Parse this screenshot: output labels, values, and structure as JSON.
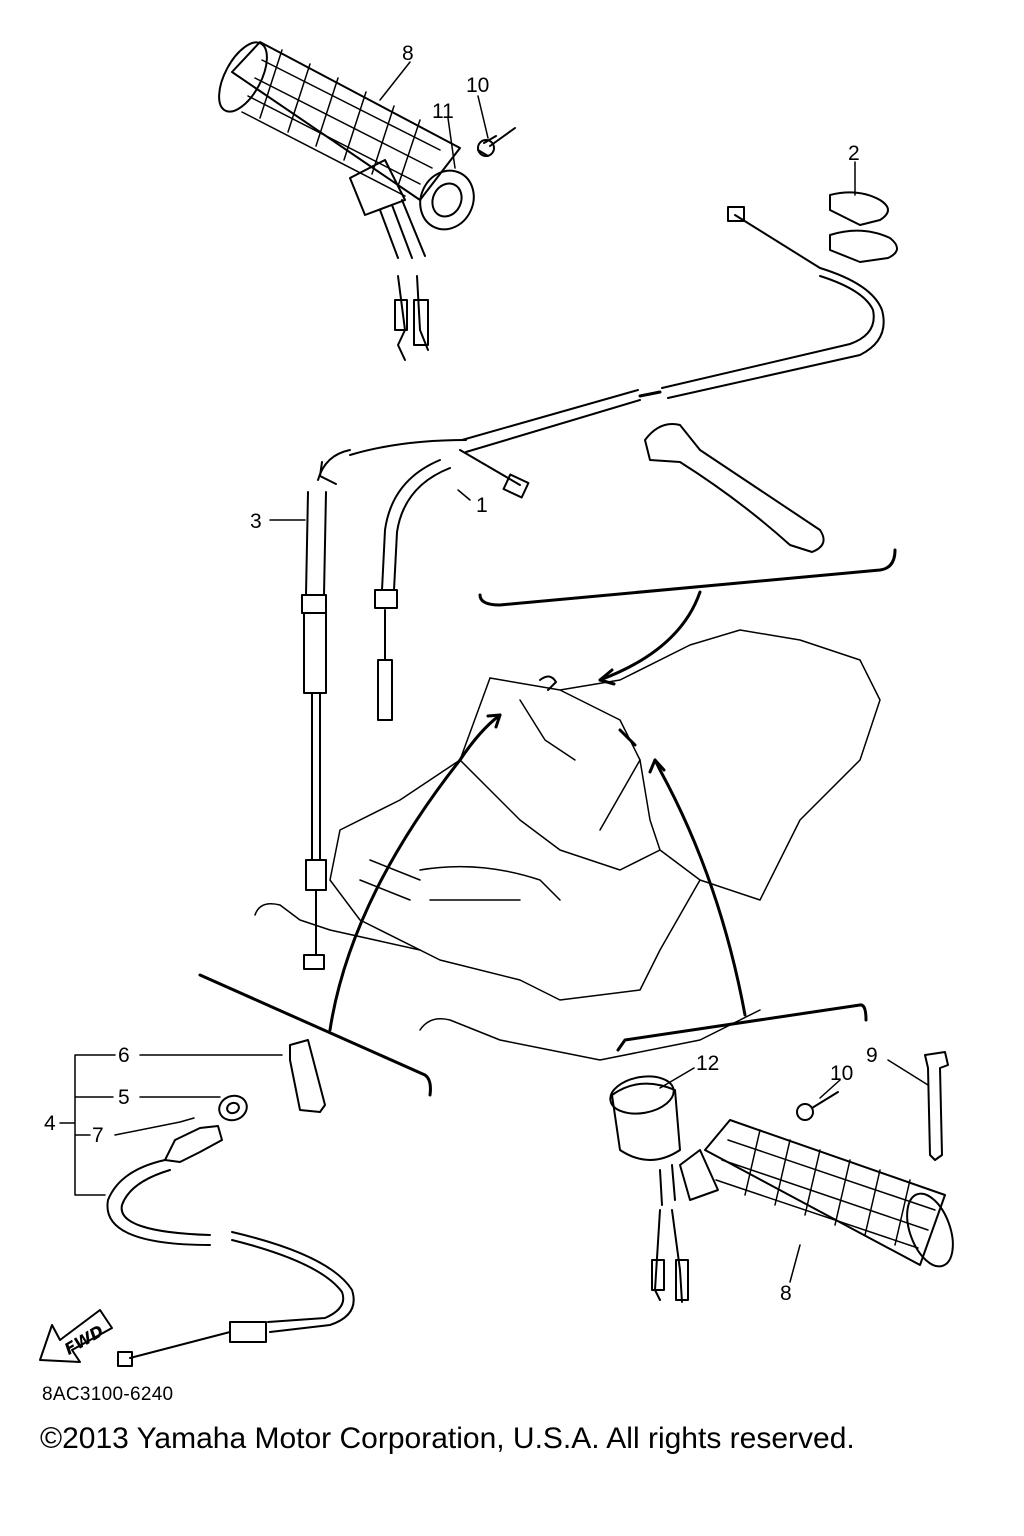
{
  "diagram": {
    "callouts": {
      "c1": "1",
      "c2": "2",
      "c3": "3",
      "c4": "4",
      "c5": "5",
      "c6": "6",
      "c7": "7",
      "c8_top": "8",
      "c8_bottom": "8",
      "c9": "9",
      "c10_top": "10",
      "c10_bottom": "10",
      "c11": "11",
      "c12": "12"
    },
    "fwd_label": "FWD",
    "diagram_code": "8AC3100-6240",
    "copyright": "©2013 Yamaha Motor Corporation, U.S.A. All rights reserved."
  }
}
